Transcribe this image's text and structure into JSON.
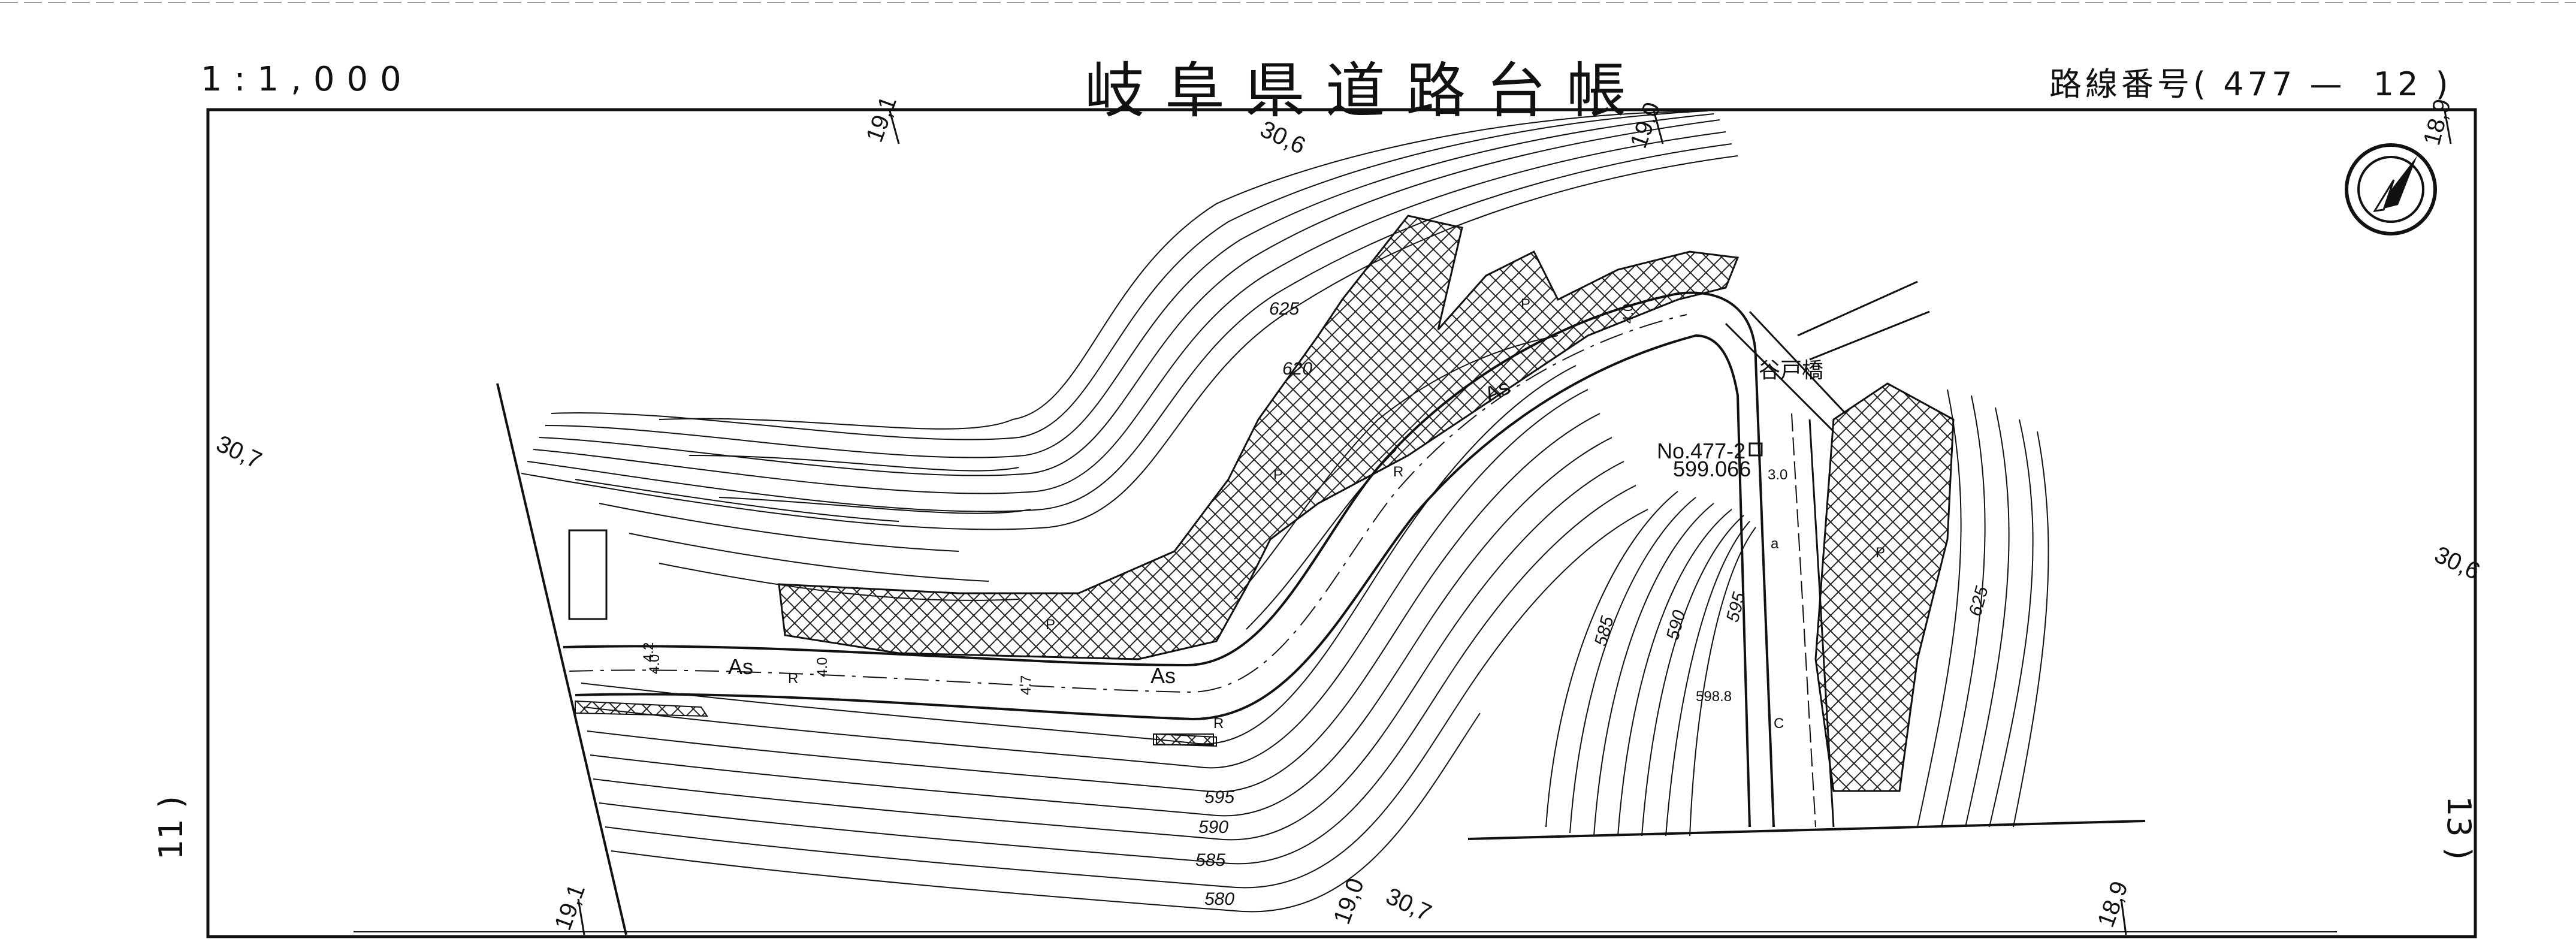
{
  "header": {
    "scale": "1:1,000",
    "title": "岐阜県道路台帳",
    "route_label": "路線番号( 477 —  12 )"
  },
  "side_labels": {
    "left": "11 )",
    "right": "13 )"
  },
  "grid_coords": {
    "top_1": "19,1",
    "top_2": "30,6",
    "top_3": "19,0",
    "top_4": "18,9",
    "left": "30,7",
    "right": "30,6",
    "bottom_1": "19,1",
    "bottom_2": "19,0",
    "bottom_3": "30,7",
    "bottom_4": "18,9"
  },
  "road": {
    "surface_labels": [
      "As",
      "As",
      "As"
    ],
    "bridge_name": "谷戸橋",
    "benchmark_id": "No.477-2",
    "benchmark_value": "599.066",
    "spot_height": "598.8",
    "widths": [
      "4.0",
      "4.2",
      "4.0",
      "4.7",
      "4.0",
      "3.0"
    ],
    "markers": [
      "R",
      "R",
      "R",
      "P",
      "P",
      "P",
      "P",
      "a",
      "C"
    ]
  },
  "contours": {
    "upper": [
      "625",
      "620"
    ],
    "lower": [
      "595",
      "590",
      "585",
      "580"
    ],
    "right": [
      "585",
      "590",
      "595",
      "625"
    ]
  },
  "north_arrow": "north-arrow"
}
